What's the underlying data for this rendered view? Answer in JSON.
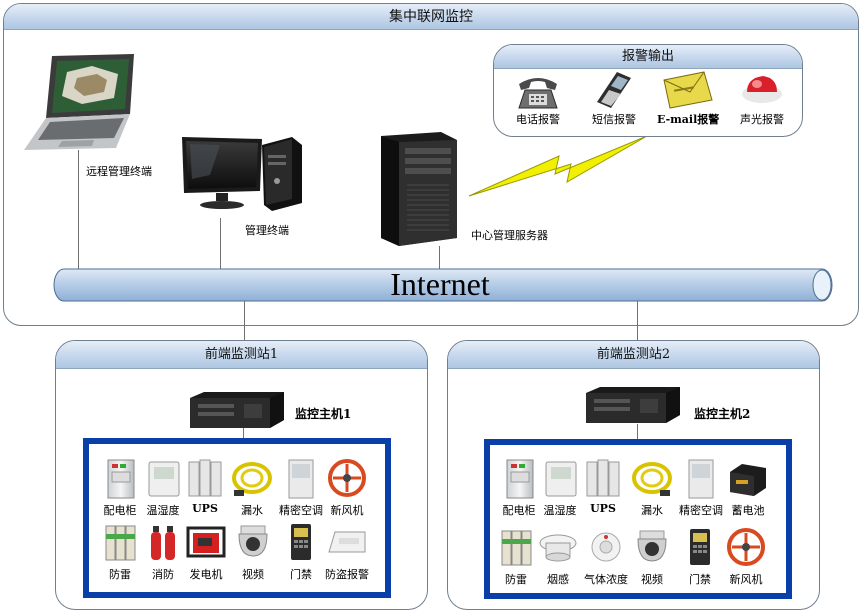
{
  "main_panel": {
    "title": "集中联网监控"
  },
  "alarm_output": {
    "title": "报警输出",
    "items": [
      {
        "label": "电话报警",
        "icon": "phone-icon"
      },
      {
        "label": "短信报警",
        "icon": "mobile-phone-icon"
      },
      {
        "label": "E-mail报警",
        "icon": "envelope-icon"
      },
      {
        "label": "声光报警",
        "icon": "siren-icon"
      }
    ]
  },
  "nodes": {
    "remote_terminal": "远程管理终端",
    "management_terminal": "管理终端",
    "central_server": "中心管理服务器"
  },
  "network": {
    "label": "Internet"
  },
  "station1": {
    "title": "前端监测站1",
    "host_label": "监控主机1",
    "row1": [
      "配电柜",
      "温湿度",
      "UPS",
      "漏水",
      "精密空调",
      "新风机"
    ],
    "row2": [
      "防雷",
      "消防",
      "发电机",
      "视频",
      "门禁",
      "防盗报警"
    ]
  },
  "station2": {
    "title": "前端监测站2",
    "host_label": "监控主机2",
    "row1": [
      "配电柜",
      "温湿度",
      "UPS",
      "漏水",
      "精密空调",
      "蓄电池"
    ],
    "row2": [
      "防雷",
      "烟感",
      "气体浓度",
      "视频",
      "门禁",
      "新风机"
    ]
  },
  "colors": {
    "device_frame": "#0b3fa8",
    "panel_header": "#c5d7ec",
    "pipe": "#b8cee8",
    "lightning": "#f1f000"
  }
}
